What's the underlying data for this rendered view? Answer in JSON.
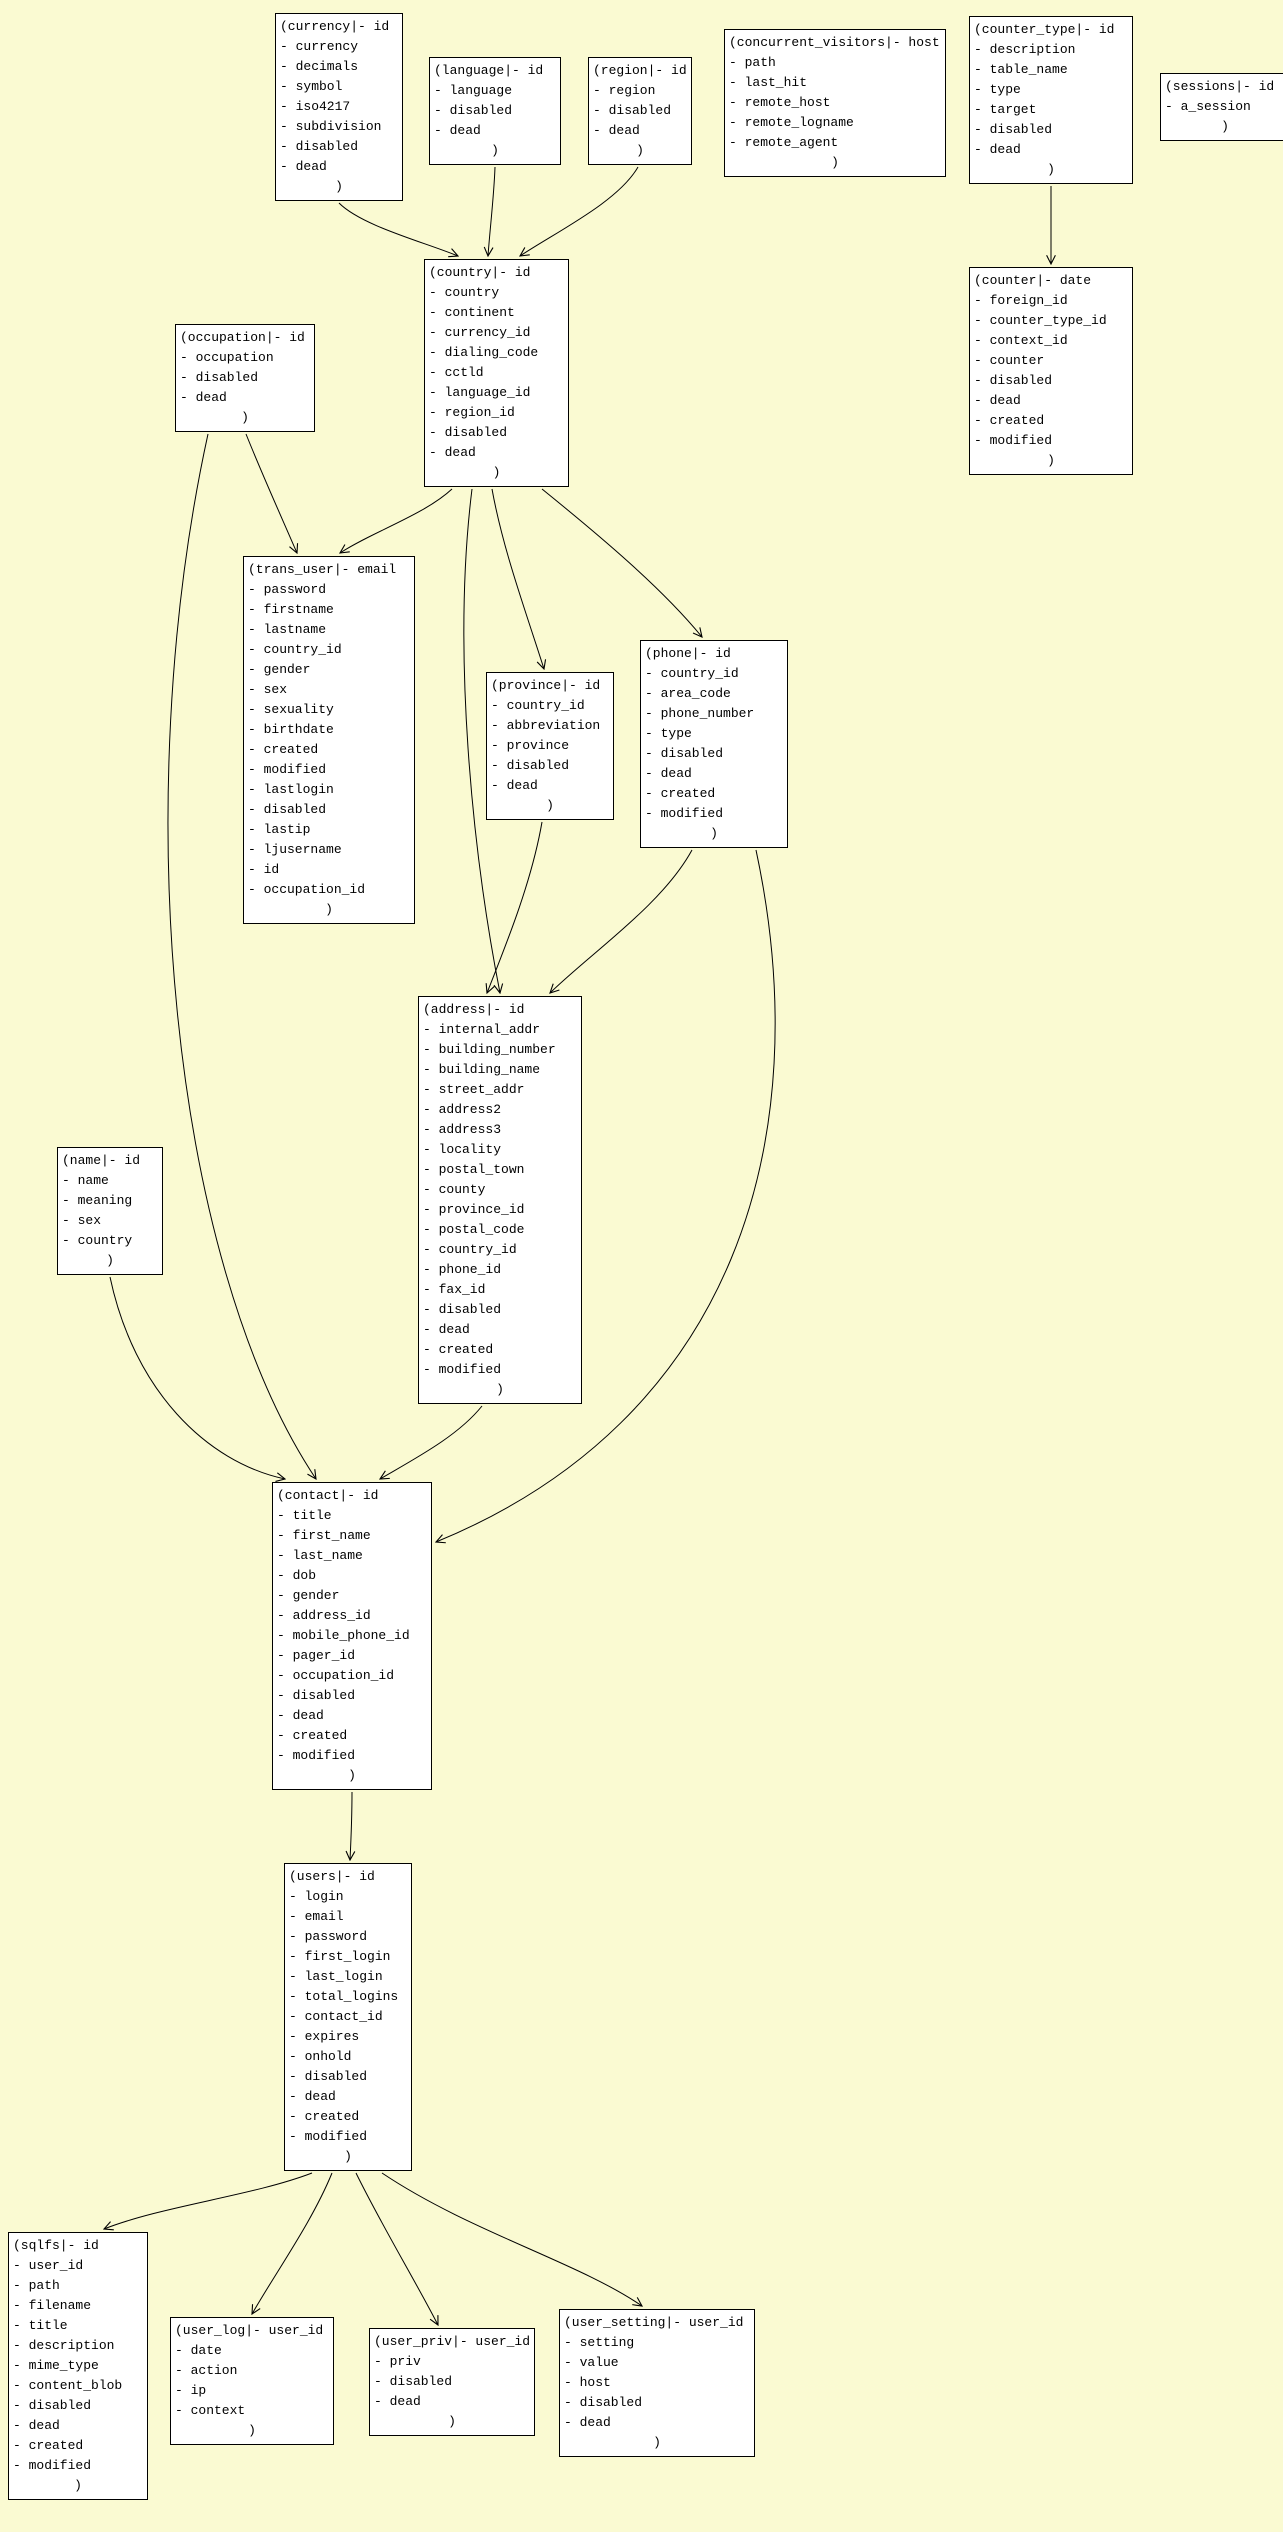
{
  "diagram": {
    "background_color": "#FAFAD2",
    "box_background_color": "#FFFFFF",
    "boxes": {
      "currency": {
        "title": "(currency|- id",
        "fields": [
          "- currency",
          "- decimals",
          "- symbol",
          "- iso4217",
          "- subdivision",
          "- disabled",
          "- dead"
        ],
        "close": ")"
      },
      "language": {
        "title": "(language|- id",
        "fields": [
          "- language",
          "- disabled",
          "- dead"
        ],
        "close": ")"
      },
      "region": {
        "title": "(region|- id",
        "fields": [
          "- region",
          "- disabled",
          "- dead"
        ],
        "close": ")"
      },
      "concurrent_visitors": {
        "title": "(concurrent_visitors|- host",
        "fields": [
          "- path",
          "- last_hit",
          "- remote_host",
          "- remote_logname",
          "- remote_agent"
        ],
        "close": ")"
      },
      "counter_type": {
        "title": "(counter_type|- id",
        "fields": [
          "- description",
          "- table_name",
          "- type",
          "- target",
          "- disabled",
          "- dead"
        ],
        "close": ")"
      },
      "sessions": {
        "title": "(sessions|- id",
        "fields": [
          "- a_session"
        ],
        "close": ")"
      },
      "counter": {
        "title": "(counter|- date",
        "fields": [
          "- foreign_id",
          "- counter_type_id",
          "- context_id",
          "- counter",
          "- disabled",
          "- dead",
          "- created",
          "- modified"
        ],
        "close": ")"
      },
      "occupation": {
        "title": "(occupation|- id",
        "fields": [
          "- occupation",
          "- disabled",
          "- dead"
        ],
        "close": ")"
      },
      "country": {
        "title": "(country|- id",
        "fields": [
          "- country",
          "- continent",
          "- currency_id",
          "- dialing_code",
          "- cctld",
          "- language_id",
          "- region_id",
          "- disabled",
          "- dead"
        ],
        "close": ")"
      },
      "trans_user": {
        "title": "(trans_user|- email",
        "fields": [
          "- password",
          "- firstname",
          "- lastname",
          "- country_id",
          "- gender",
          "- sex",
          "- sexuality",
          "- birthdate",
          "- created",
          "- modified",
          "- lastlogin",
          "- disabled",
          "- lastip",
          "- ljusername",
          "- id",
          "- occupation_id"
        ],
        "close": ")"
      },
      "province": {
        "title": "(province|- id",
        "fields": [
          "- country_id",
          "- abbreviation",
          "- province",
          "- disabled",
          "- dead"
        ],
        "close": ")"
      },
      "phone": {
        "title": "(phone|- id",
        "fields": [
          "- country_id",
          "- area_code",
          "- phone_number",
          "- type",
          "- disabled",
          "- dead",
          "- created",
          "- modified"
        ],
        "close": ")"
      },
      "address": {
        "title": "(address|- id",
        "fields": [
          "- internal_addr",
          "- building_number",
          "- building_name",
          "- street_addr",
          "- address2",
          "- address3",
          "- locality",
          "- postal_town",
          "- county",
          "- province_id",
          "- postal_code",
          "- country_id",
          "- phone_id",
          "- fax_id",
          "- disabled",
          "- dead",
          "- created",
          "- modified"
        ],
        "close": ")"
      },
      "name": {
        "title": "(name|- id",
        "fields": [
          "- name",
          "- meaning",
          "- sex",
          "- country"
        ],
        "close": ")"
      },
      "contact": {
        "title": "(contact|- id",
        "fields": [
          "- title",
          "- first_name",
          "- last_name",
          "- dob",
          "- gender",
          "- address_id",
          "- mobile_phone_id",
          "- pager_id",
          "- occupation_id",
          "- disabled",
          "- dead",
          "- created",
          "- modified"
        ],
        "close": ")"
      },
      "users": {
        "title": "(users|- id",
        "fields": [
          "- login",
          "- email",
          "- password",
          "- first_login",
          "- last_login",
          "- total_logins",
          "- contact_id",
          "- expires",
          "- onhold",
          "- disabled",
          "- dead",
          "- created",
          "- modified"
        ],
        "close": ")"
      },
      "sqlfs": {
        "title": "(sqlfs|- id",
        "fields": [
          "- user_id",
          "- path",
          "- filename",
          "- title",
          "- description",
          "- mime_type",
          "- content_blob",
          "- disabled",
          "- dead",
          "- created",
          "- modified"
        ],
        "close": ")"
      },
      "user_log": {
        "title": "(user_log|- user_id",
        "fields": [
          "- date",
          "- action",
          "- ip",
          "- context"
        ],
        "close": ")"
      },
      "user_priv": {
        "title": "(user_priv|- user_id",
        "fields": [
          "- priv",
          "- disabled",
          "- dead"
        ],
        "close": ")"
      },
      "user_setting": {
        "title": "(user_setting|- user_id",
        "fields": [
          "- setting",
          "- value",
          "- host",
          "- disabled",
          "- dead"
        ],
        "close": ")"
      }
    },
    "edges": [
      {
        "from": "currency",
        "to": "country"
      },
      {
        "from": "language",
        "to": "country"
      },
      {
        "from": "region",
        "to": "country"
      },
      {
        "from": "counter_type",
        "to": "counter"
      },
      {
        "from": "country",
        "to": "trans_user"
      },
      {
        "from": "occupation",
        "to": "trans_user"
      },
      {
        "from": "country",
        "to": "province"
      },
      {
        "from": "country",
        "to": "phone"
      },
      {
        "from": "country",
        "to": "address"
      },
      {
        "from": "province",
        "to": "address"
      },
      {
        "from": "phone",
        "to": "address"
      },
      {
        "from": "phone",
        "to": "contact"
      },
      {
        "from": "address",
        "to": "contact"
      },
      {
        "from": "name",
        "to": "contact"
      },
      {
        "from": "occupation",
        "to": "contact"
      },
      {
        "from": "contact",
        "to": "users"
      },
      {
        "from": "users",
        "to": "sqlfs"
      },
      {
        "from": "users",
        "to": "user_log"
      },
      {
        "from": "users",
        "to": "user_priv"
      },
      {
        "from": "users",
        "to": "user_setting"
      }
    ]
  }
}
